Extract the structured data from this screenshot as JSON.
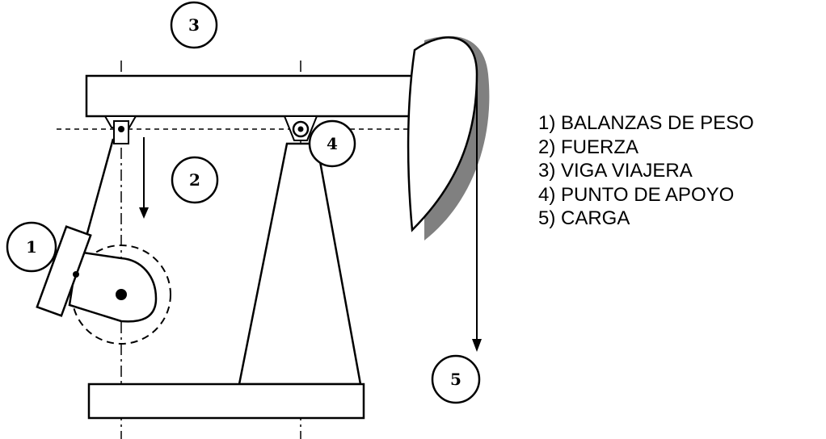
{
  "diagram": {
    "callouts": [
      {
        "number": "1"
      },
      {
        "number": "2"
      },
      {
        "number": "3"
      },
      {
        "number": "4"
      },
      {
        "number": "5"
      }
    ],
    "legend": [
      "1) BALANZAS DE PESO",
      "2) FUERZA",
      "3) VIGA VIAJERA",
      "4) PUNTO DE APOYO",
      "5) CARGA"
    ],
    "colors": {
      "line": "#000000",
      "shadow": "#808080",
      "background": "#ffffff"
    }
  }
}
